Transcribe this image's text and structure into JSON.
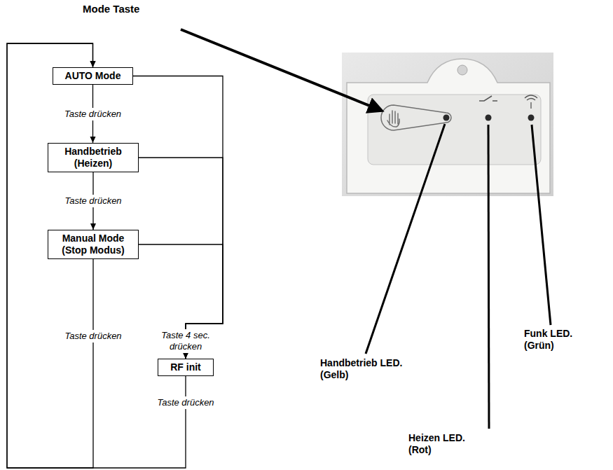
{
  "diagram": {
    "nodes": [
      {
        "text": [
          "AUTO Mode"
        ]
      },
      {
        "text": [
          "Handbetrieb (Heizen)"
        ]
      },
      {
        "text": [
          "Manual Mode (Stop Modus)"
        ]
      },
      {
        "text": [
          "RF init"
        ]
      }
    ],
    "edges": [
      {
        "from": 0,
        "to": 1,
        "arrow": "to",
        "label": "Taste drücken"
      },
      {
        "from": 1,
        "to": 2,
        "arrow": "to",
        "label": "Taste drücken"
      },
      {
        "from": 2,
        "to": 0,
        "arrow": "to",
        "label": "Taste drücken"
      },
      {
        "from": 0,
        "to": 3,
        "arrow": "to"
      },
      {
        "from": 1,
        "to": 3,
        "arrow": "to"
      },
      {
        "from": 2,
        "to": 3,
        "arrow": "to",
        "label": "Taste 4 sec. drücken"
      },
      {
        "from": 3,
        "to": 0,
        "arrow": "to",
        "label": "Taste drücken"
      }
    ],
    "labels": [
      "Mode Taste",
      "Handbetrieb LED. (Gelb)",
      "Heizen LED. (Rot)",
      "Funk LED. (Grün)"
    ]
  }
}
